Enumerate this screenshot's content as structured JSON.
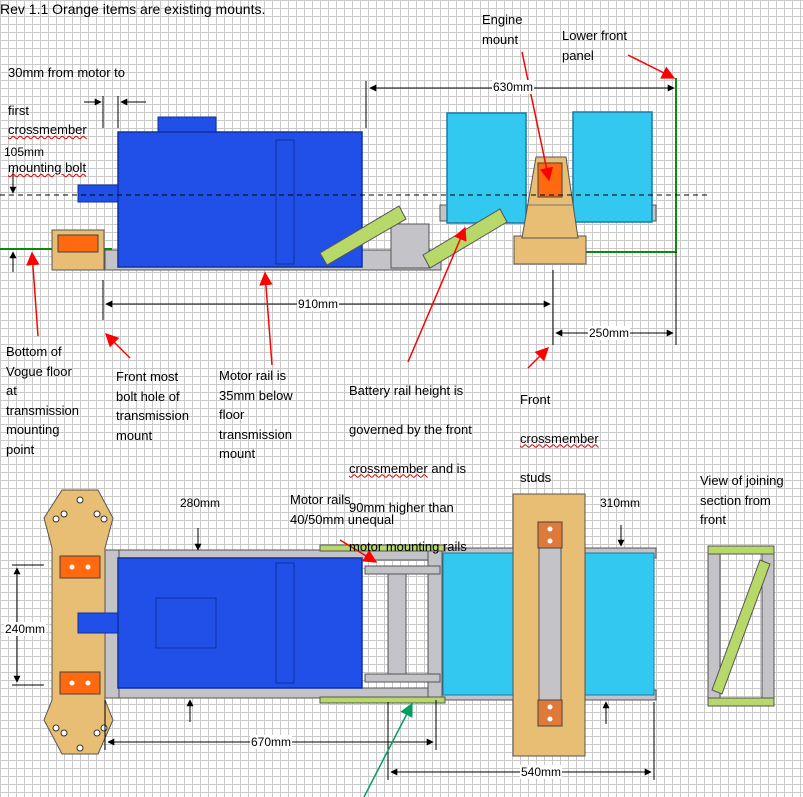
{
  "title": "Rev 1.1 Orange items are existing mounts.",
  "labels": {
    "motor_gap_line1": "30mm from motor to",
    "motor_gap_line2": "first",
    "motor_gap_line2b": "crossmember",
    "motor_gap_line3": "mounting bolt",
    "engine_mount": "Engine\nmount",
    "lower_front_panel": "Lower front\npanel",
    "bottom_floor": "Bottom of\nVogue floor\nat\ntransmission\nmounting\npoint",
    "front_bolt_hole": "Front most\nbolt hole of\ntransmission\nmount",
    "motor_rail": "Motor rail is\n35mm below\nfloor\ntransmission\nmount",
    "battery_rail_line1": "Battery rail height is",
    "battery_rail_line2": "governed by the front",
    "battery_rail_line3a": "crossmember",
    "battery_rail_line3b": " and is",
    "battery_rail_line4": "90mm higher than",
    "battery_rail_line5": "motor mounting rails",
    "front_studs_line1": "Front",
    "front_studs_line2": "crossmember",
    "front_studs_line3": "studs",
    "motor_rails_top": "Motor rails\n40/50mm unequal",
    "joining_view": "View of joining\nsection from\nfront"
  },
  "dimensions": {
    "d630": "630mm",
    "d105": "105mm",
    "d910": "910mm",
    "d250": "250mm",
    "d280": "280mm",
    "d310": "310mm",
    "d240": "240mm",
    "d670": "670mm",
    "d540": "540mm"
  },
  "colors": {
    "motor_blue": "#2050e8",
    "battery_cyan": "#33c8f0",
    "mount_orange": "#ff6a10",
    "mount_tan": "#e8bd74",
    "rail_grey": "#c3c3c8",
    "crossbar_green": "#b8d86a",
    "floor_green": "#0a8a0a",
    "arrow_red": "#ff0000",
    "arrow_green": "#00a060"
  }
}
